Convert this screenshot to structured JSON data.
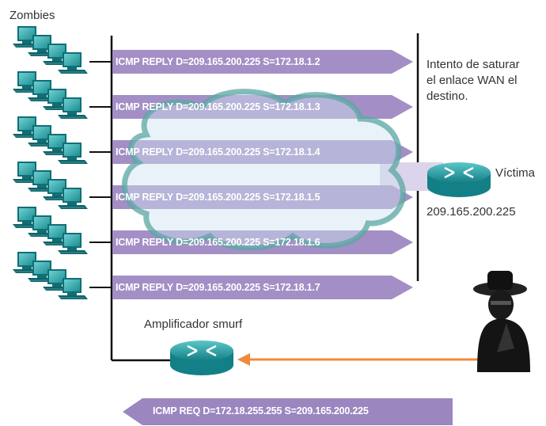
{
  "labels": {
    "zombies": "Zombies",
    "annotation_line1": "Intento de saturar",
    "annotation_line2": "el enlace WAN el",
    "annotation_line3": "destino.",
    "victim_name": "Víctima",
    "victim_ip": "209.165.200.225",
    "amplifier": "Amplificador smurf"
  },
  "replies": [
    "ICMP REPLY D=209.165.200.225 S=172.18.1.2",
    "ICMP REPLY D=209.165.200.225 S=172.18.1.3",
    "ICMP REPLY D=209.165.200.225 S=172.18.1.4",
    "ICMP REPLY D=209.165.200.225 S=172.18.1.5",
    "ICMP REPLY D=209.165.200.225 S=172.18.1.6",
    "ICMP REPLY D=209.165.200.225 S=172.18.1.7"
  ],
  "request": "ICMP REQ D=172.18.255.255 S=209.165.200.225",
  "colors": {
    "arrow": "#9b86c0",
    "cloud_outline": "#5aa7a3",
    "cloud_fill": "#cfe3ef",
    "router": "#1f9aa0",
    "attack_arrow": "#f08a3a",
    "computer": "#1a9aa0"
  },
  "icons": [
    "computer-icon",
    "router-icon",
    "cloud-icon",
    "attacker-icon"
  ]
}
